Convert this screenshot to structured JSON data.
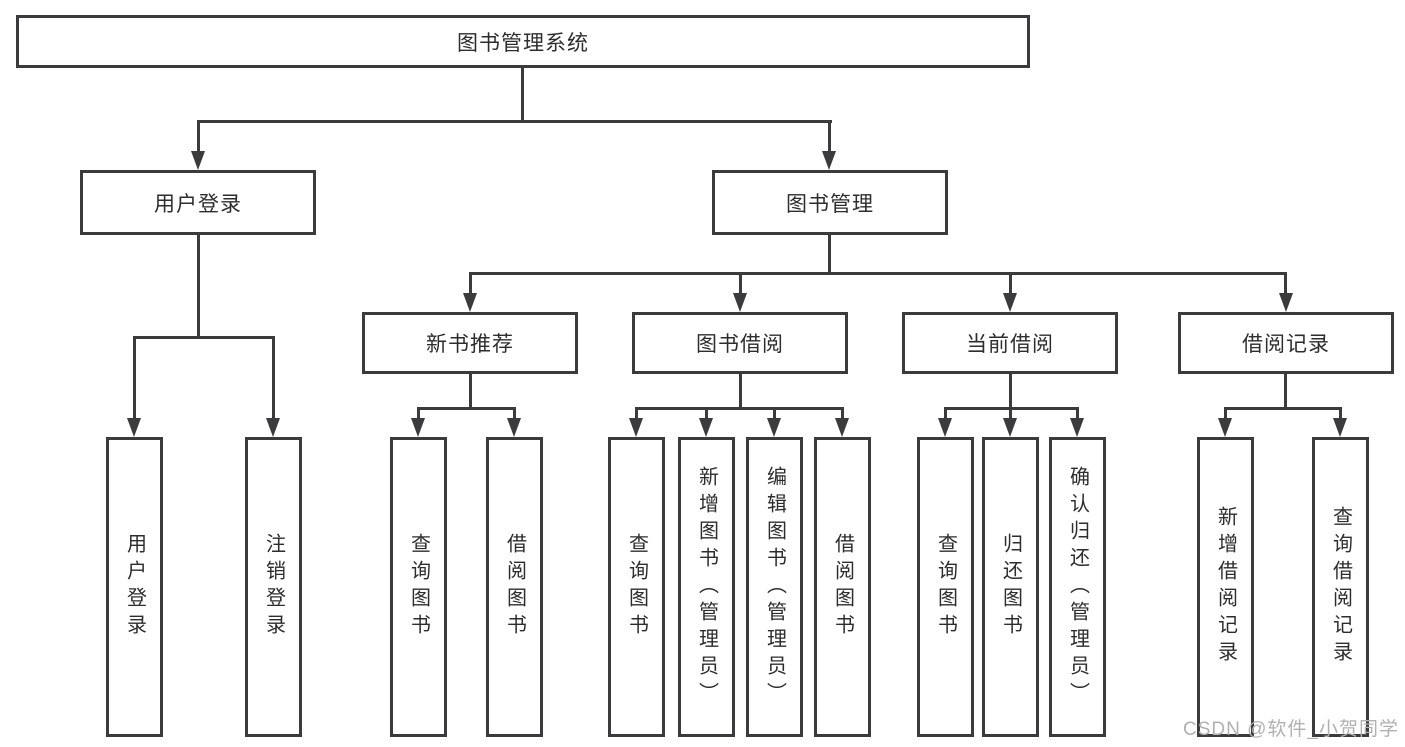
{
  "diagram": {
    "root": {
      "label": "图书管理系统"
    },
    "level2": [
      {
        "label": "用户登录"
      },
      {
        "label": "图书管理"
      }
    ],
    "level3": [
      {
        "label": "新书推荐"
      },
      {
        "label": "图书借阅"
      },
      {
        "label": "当前借阅"
      },
      {
        "label": "借阅记录"
      }
    ],
    "leaves": {
      "user_login": [
        {
          "label": "用户登录"
        },
        {
          "label": "注销登录"
        }
      ],
      "new_book": [
        {
          "label": "查询图书"
        },
        {
          "label": "借阅图书"
        }
      ],
      "book_borrow": [
        {
          "label": "查询图书"
        },
        {
          "label": "新增图书（管理员）"
        },
        {
          "label": "编辑图书（管理员）"
        },
        {
          "label": "借阅图书"
        }
      ],
      "current_borrow": [
        {
          "label": "查询图书"
        },
        {
          "label": "归还图书"
        },
        {
          "label": "确认归还（管理员）"
        }
      ],
      "borrow_record": [
        {
          "label": "新增借阅记录"
        },
        {
          "label": "查询借阅记录"
        }
      ]
    }
  },
  "watermark": {
    "text": "CSDN @软件_小贺同学"
  },
  "colors": {
    "line": "#3b3b3e",
    "text": "#2d2d2f",
    "watermark": "#b1b1b1",
    "background": "#ffffff"
  }
}
